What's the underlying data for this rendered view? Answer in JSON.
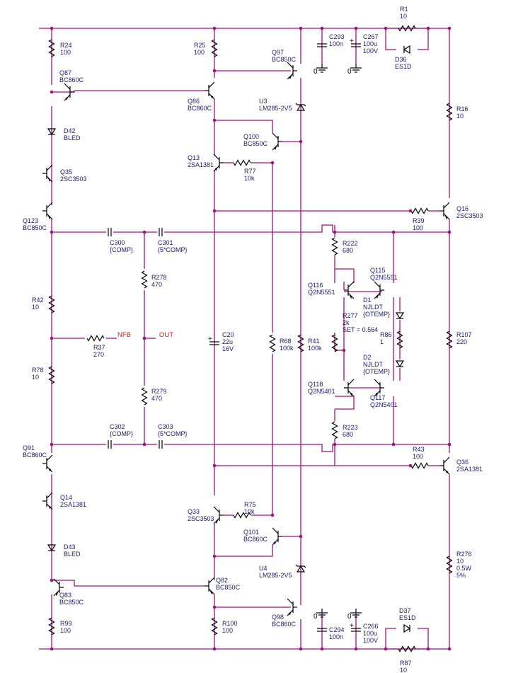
{
  "nets": {
    "nfb": "NFB",
    "out": "OUT",
    "gnd": "0"
  },
  "components": {
    "R1": [
      "R1",
      "10"
    ],
    "R24": [
      "R24",
      "100"
    ],
    "R25": [
      "R25",
      "100"
    ],
    "Q97": [
      "Q97",
      "BC850C"
    ],
    "C293": [
      "C293",
      "100n"
    ],
    "C267": [
      "C267",
      "100u",
      "100V"
    ],
    "D36": [
      "D36",
      "ES1D"
    ],
    "Q87": [
      "Q87",
      "BC860C"
    ],
    "Q86": [
      "Q86",
      "BC860C"
    ],
    "U3": [
      "U3",
      "LM285-2V5"
    ],
    "R16": [
      "R16",
      "10"
    ],
    "D42": [
      "D42",
      "BLED"
    ],
    "Q100": [
      "Q100",
      "BC850C"
    ],
    "Q13": [
      "Q13",
      "2SA1381"
    ],
    "R77": [
      "R77",
      "10k"
    ],
    "Q35": [
      "Q35",
      "2SC3503"
    ],
    "Q16": [
      "Q16",
      "2SC3503"
    ],
    "R39": [
      "R39",
      "100"
    ],
    "Q123": [
      "Q123",
      "BC850C"
    ],
    "C300": [
      "C300",
      "{COMP}"
    ],
    "C301": [
      "C301",
      "{5*COMP}"
    ],
    "R222": [
      "R222",
      "680"
    ],
    "R278": [
      "R278",
      "470"
    ],
    "Q116": [
      "Q116",
      "Q2N5551"
    ],
    "Q115": [
      "Q115",
      "Q2N5551"
    ],
    "R42": [
      "R42",
      "10"
    ],
    "D1": [
      "D1",
      "NJLDT",
      "{OTEMP}"
    ],
    "R277": [
      "R277",
      "2k",
      "SET = 0.564"
    ],
    "R86": [
      "R86",
      "1"
    ],
    "C20": [
      "C20",
      "22u",
      "16V"
    ],
    "R37": [
      "R37",
      "270"
    ],
    "R68": [
      "R68",
      "100k"
    ],
    "R41": [
      "R41",
      "100k"
    ],
    "R107": [
      "R107",
      "220"
    ],
    "D2": [
      "D2",
      "NJLDT",
      "{OTEMP}"
    ],
    "R78": [
      "R78",
      "10"
    ],
    "Q118": [
      "Q118",
      "Q2N5401"
    ],
    "Q117": [
      "Q117",
      "Q2N5401"
    ],
    "R279": [
      "R279",
      "470"
    ],
    "R223": [
      "R223",
      "680"
    ],
    "C302": [
      "C302",
      "{COMP}"
    ],
    "C303": [
      "C303",
      "{5*COMP}"
    ],
    "Q91": [
      "Q91",
      "BC860C"
    ],
    "R43": [
      "R43",
      "100"
    ],
    "Q36": [
      "Q36",
      "2SA1381"
    ],
    "Q14": [
      "Q14",
      "2SA1381"
    ],
    "R75": [
      "R75",
      "10k"
    ],
    "Q33": [
      "Q33",
      "2SC3503"
    ],
    "Q101": [
      "Q101",
      "BC860C"
    ],
    "D43": [
      "D43",
      "BLED"
    ],
    "R276": [
      "R276",
      "10",
      "0.5W",
      "5%"
    ],
    "U4": [
      "U4",
      "LM285-2V5"
    ],
    "Q83": [
      "Q83",
      "BC850C"
    ],
    "Q82": [
      "Q82",
      "BC850C"
    ],
    "R99": [
      "R99",
      "100"
    ],
    "R100": [
      "R100",
      "100"
    ],
    "Q98": [
      "Q98",
      "BC860C"
    ],
    "D37": [
      "D37",
      "ES1D"
    ],
    "C294": [
      "C294",
      "100n"
    ],
    "C266": [
      "C266",
      "100u",
      "100V"
    ],
    "R87": [
      "R87",
      "10"
    ]
  }
}
